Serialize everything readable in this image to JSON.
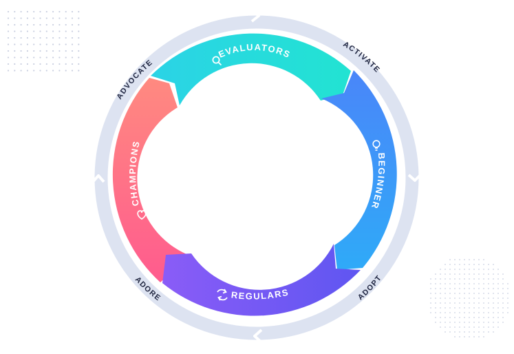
{
  "diagram": {
    "segments": [
      {
        "id": "evaluators",
        "label": "EVALUATORS",
        "icon": "search-icon",
        "colors": [
          "#2bd3e6",
          "#22e3d2"
        ]
      },
      {
        "id": "beginners",
        "label": "BEGINNERS",
        "icon": "lightbulb-icon",
        "colors": [
          "#4a86f9",
          "#2faaf8"
        ]
      },
      {
        "id": "regulars",
        "label": "REGULARS",
        "icon": "refresh-icon",
        "colors": [
          "#5f56f1",
          "#8a5cf7"
        ]
      },
      {
        "id": "champions",
        "label": "CHAMPIONS",
        "icon": "heart-icon",
        "colors": [
          "#ff5b8e",
          "#ff8a80"
        ]
      }
    ],
    "stages": [
      {
        "id": "activate",
        "label": "ACTIVATE"
      },
      {
        "id": "adopt",
        "label": "ADOPT"
      },
      {
        "id": "adore",
        "label": "ADORE"
      },
      {
        "id": "advocate",
        "label": "ADVOCATE"
      }
    ],
    "outer_ring_color": "#dde3f1",
    "stage_label_color": "#1f2540",
    "dot_color": "#c9cfe0"
  }
}
